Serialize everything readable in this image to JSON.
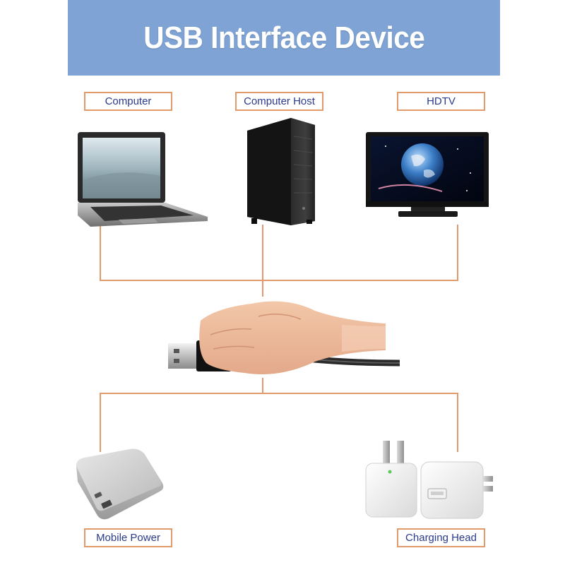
{
  "title": "USB Interface Device",
  "labels": {
    "computer": "Computer",
    "computer_host": "Computer Host",
    "hdtv": "HDTV",
    "mobile_power": "Mobile Power",
    "charging_head": "Charging Head"
  },
  "colors": {
    "banner": "#7ea3d4",
    "label_border": "#e29a6a",
    "label_text": "#2b3a8c",
    "connector_line": "#e29a6a"
  }
}
